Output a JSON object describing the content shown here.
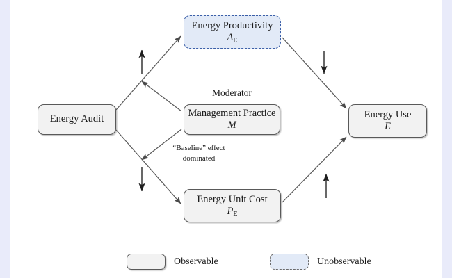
{
  "figure": {
    "type": "conceptual-path-diagram",
    "background_color": "#ffffff",
    "side_band_color": "#e9ebfa",
    "observable_fill": "#f2f2f2",
    "observable_border": "#595959",
    "unobservable_fill": "#e2eaf7",
    "unobservable_border": "#3b5fa8",
    "arrow_color": "#555555"
  },
  "nodes": {
    "energy_audit": {
      "label": "Energy Audit",
      "symbol": "",
      "symbol_sub": "",
      "style": "observable"
    },
    "energy_productivity": {
      "label": "Energy Productivity",
      "symbol": "A",
      "symbol_sub": "E",
      "style": "unobservable"
    },
    "management_practice": {
      "label": "Management Practice",
      "symbol": "M",
      "symbol_sub": "",
      "style": "observable"
    },
    "energy_unit_cost": {
      "label": "Energy Unit Cost",
      "symbol": "P",
      "symbol_sub": "E",
      "style": "observable"
    },
    "energy_use": {
      "label": "Energy Use",
      "symbol": "E",
      "symbol_sub": "",
      "style": "observable"
    }
  },
  "annotations": {
    "moderator": "Moderator",
    "baseline_note": "“Baseline” effect dominated",
    "sign_audit_to_productivity": "↑",
    "sign_productivity_to_use": "↓",
    "sign_audit_to_cost": "↓",
    "sign_cost_to_use": "↑"
  },
  "legend": {
    "items": [
      {
        "key": "observable",
        "label": "Observable"
      },
      {
        "key": "unobservable",
        "label": "Unobservable"
      }
    ]
  },
  "edges": [
    {
      "from": "energy_audit",
      "to": "energy_productivity",
      "kind": "causal"
    },
    {
      "from": "energy_audit",
      "to": "energy_unit_cost",
      "kind": "causal"
    },
    {
      "from": "energy_productivity",
      "to": "energy_use",
      "kind": "causal"
    },
    {
      "from": "energy_unit_cost",
      "to": "energy_use",
      "kind": "causal"
    },
    {
      "from": "management_practice",
      "to": "edge_audit_productivity",
      "kind": "moderation"
    },
    {
      "from": "management_practice",
      "to": "edge_audit_cost",
      "kind": "moderation"
    }
  ]
}
